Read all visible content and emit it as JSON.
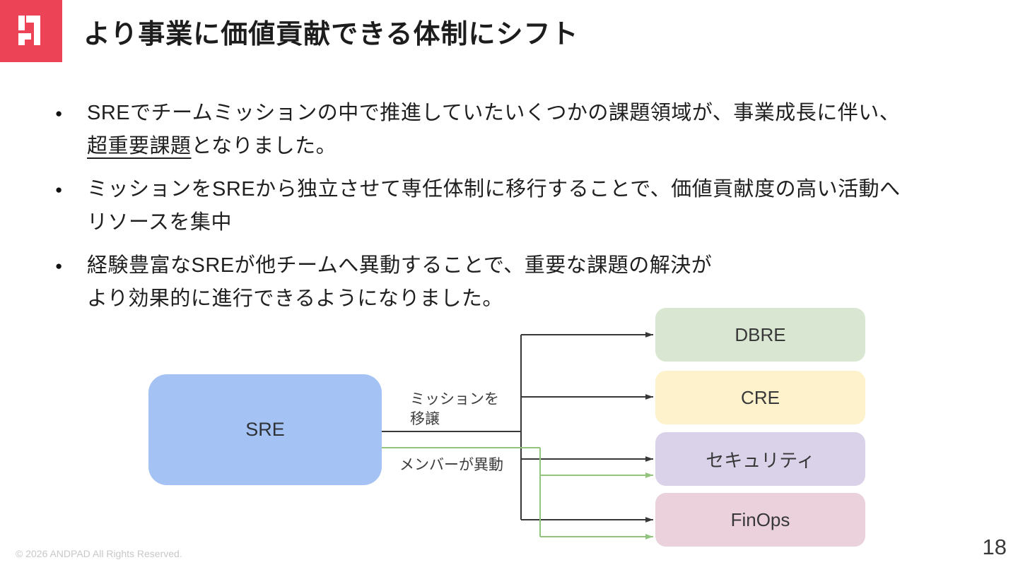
{
  "slide": {
    "title": "より事業に価値貢献できる体制にシフト",
    "footer": "© 2026 ANDPAD All Rights Reserved.",
    "page_number": "18"
  },
  "logo": {
    "name": "andpad-logo",
    "color": "#ed4356"
  },
  "bullets": [
    {
      "line1": "SREでチームミッションの中で推進していたいくつかの課題領域が、事業成長に伴い、",
      "line2_underlined": "超重要課題",
      "line2_rest": "となりました。"
    },
    {
      "line1": "ミッションをSREから独立させて専任体制に移行することで、価値貢献度の高い活動へ",
      "line2": "リソースを集中"
    },
    {
      "line1": "経験豊富なSREが他チームへ異動することで、重要な課題の解決が",
      "line2": "より効果的に進行できるようになりました。"
    }
  ],
  "diagram": {
    "source": {
      "label": "SRE",
      "fill": "#a4c2f4"
    },
    "targets": [
      {
        "label": "DBRE",
        "fill": "#d9e7d2"
      },
      {
        "label": "CRE",
        "fill": "#fdf2cc"
      },
      {
        "label": "セキュリティ",
        "fill": "#d9d2e9"
      },
      {
        "label": "FinOps",
        "fill": "#ead1dc"
      }
    ],
    "edge_labels": {
      "mission_line1": "ミッションを",
      "mission_line2": "移譲",
      "member": "メンバーが異動"
    },
    "colors": {
      "mission_edge": "#383838",
      "member_edge": "#93c47d"
    }
  }
}
